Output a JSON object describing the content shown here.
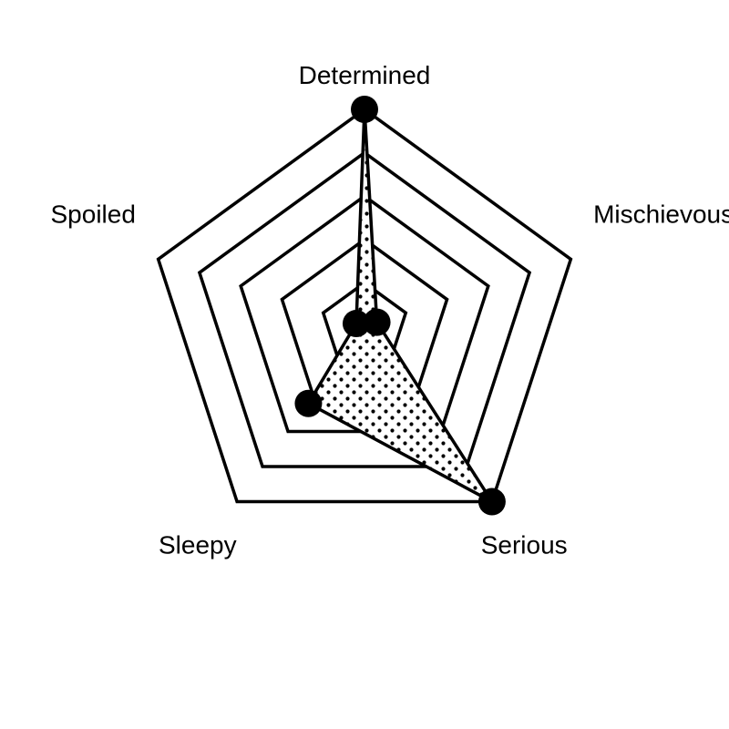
{
  "chart_data": {
    "type": "radar",
    "title": "",
    "axes": [
      "Determined",
      "Mischievous",
      "Serious",
      "Sleepy",
      "Spoiled"
    ],
    "rmax": 5,
    "grid_levels": [
      1,
      2,
      3,
      4,
      5
    ],
    "series": [
      {
        "values": [
          5,
          0.3,
          5,
          2.2,
          0.2
        ],
        "fill": "dots"
      }
    ],
    "colors": {
      "line": "#000000",
      "marker": "#000000",
      "background": "#ffffff"
    },
    "grid": true,
    "legend": false
  }
}
